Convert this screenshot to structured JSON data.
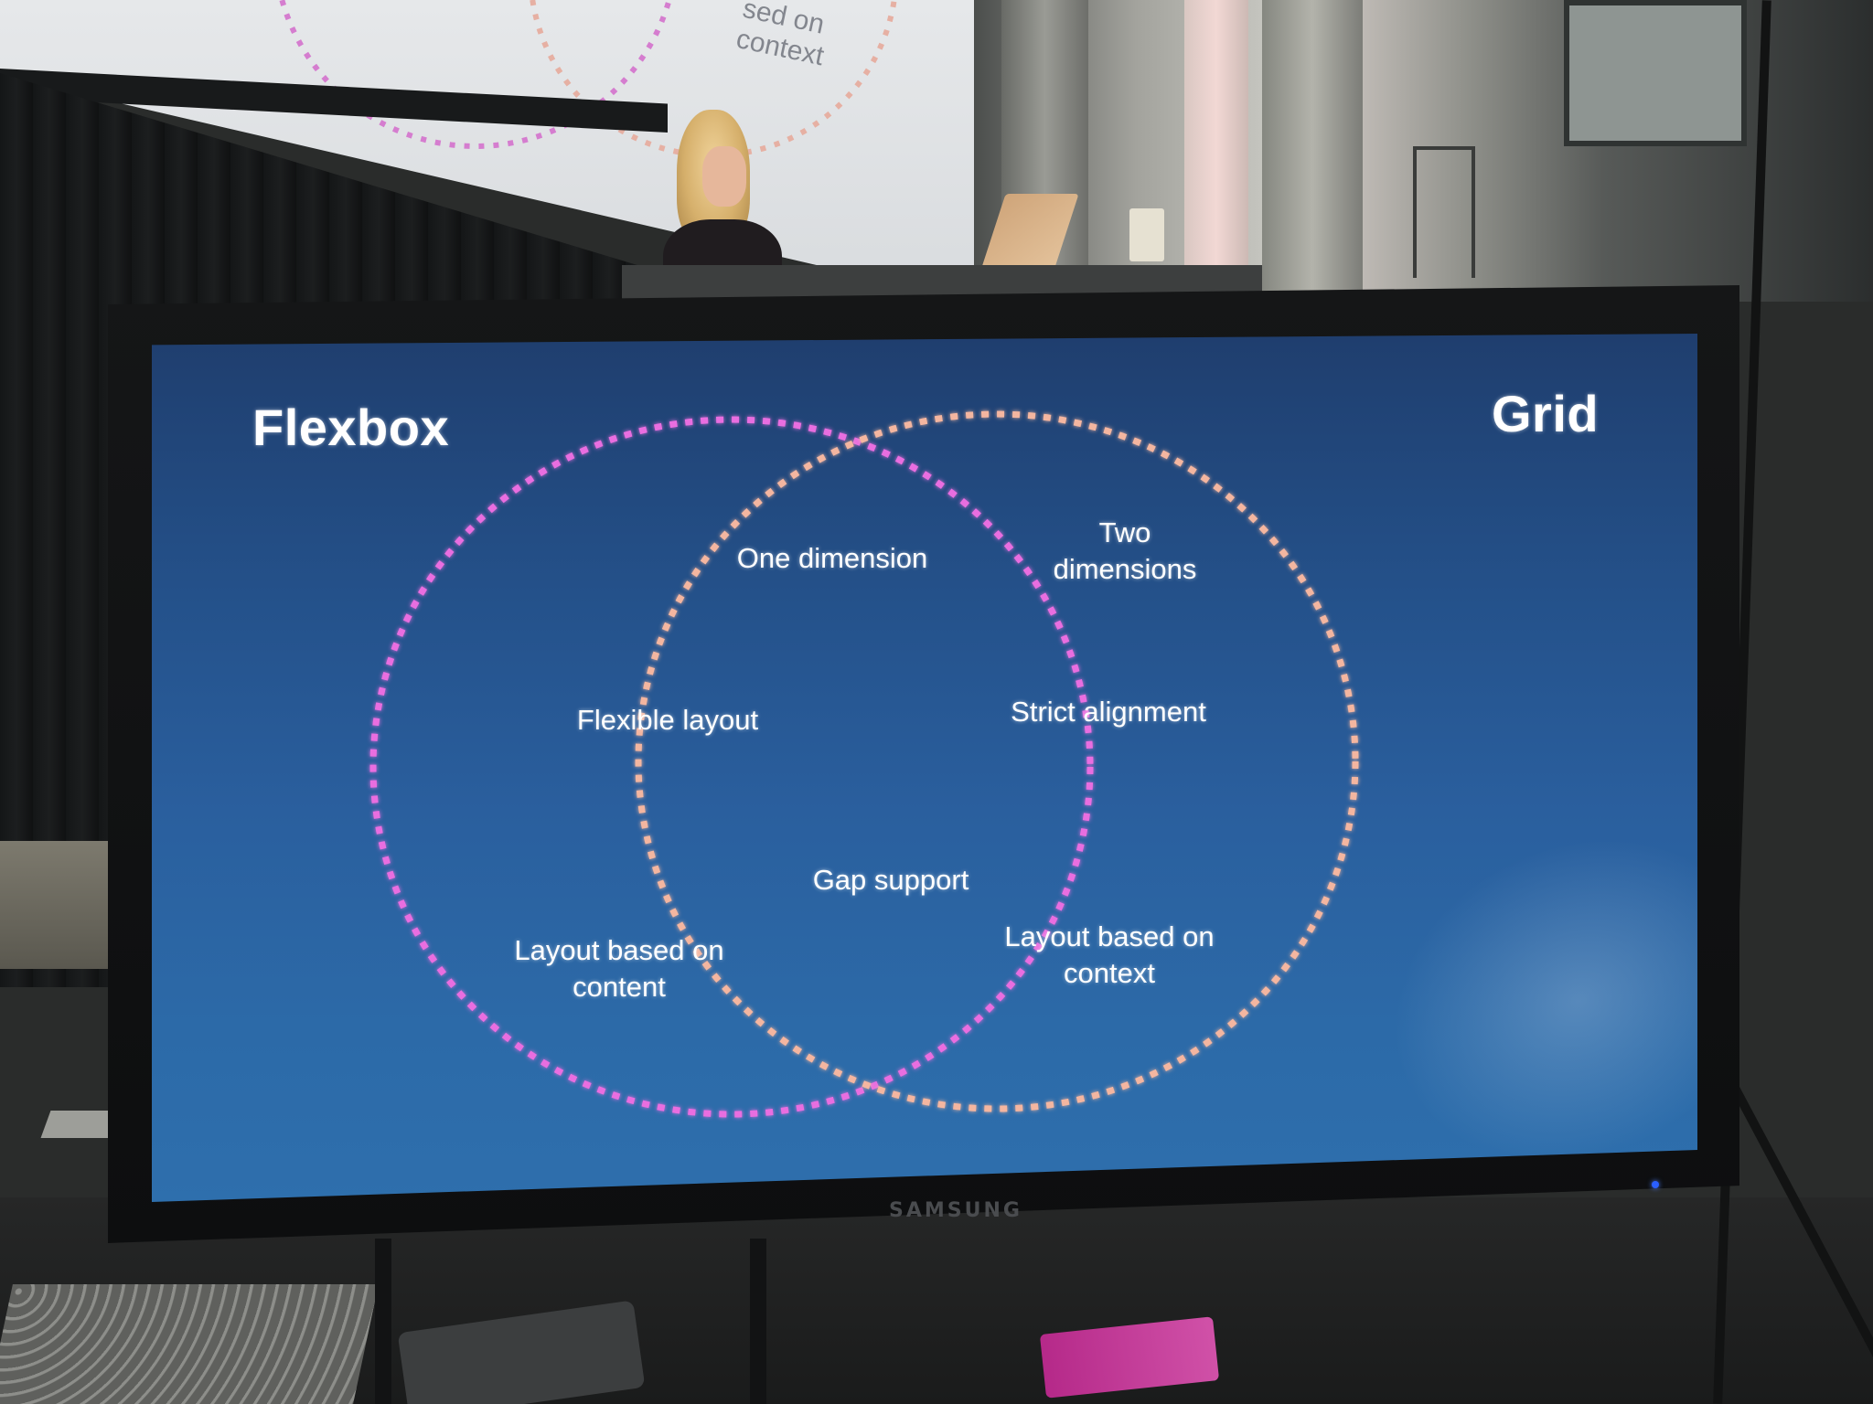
{
  "background": {
    "projection_text": "sed on\ncontext"
  },
  "monitor": {
    "brand": "SAMSUNG"
  },
  "slide": {
    "left_title": "Flexbox",
    "right_title": "Grid",
    "left_items": [
      "Flexible layout",
      "Layout based on\ncontent"
    ],
    "overlap_items": [
      "One dimension",
      "Gap support"
    ],
    "right_items": [
      "Two\ndimensions",
      "Strict alignment",
      "Layout based on\ncontext"
    ],
    "colors": {
      "left_circle": "#e96ee0",
      "right_circle": "#f4b6a0",
      "background": "#24518a"
    }
  }
}
